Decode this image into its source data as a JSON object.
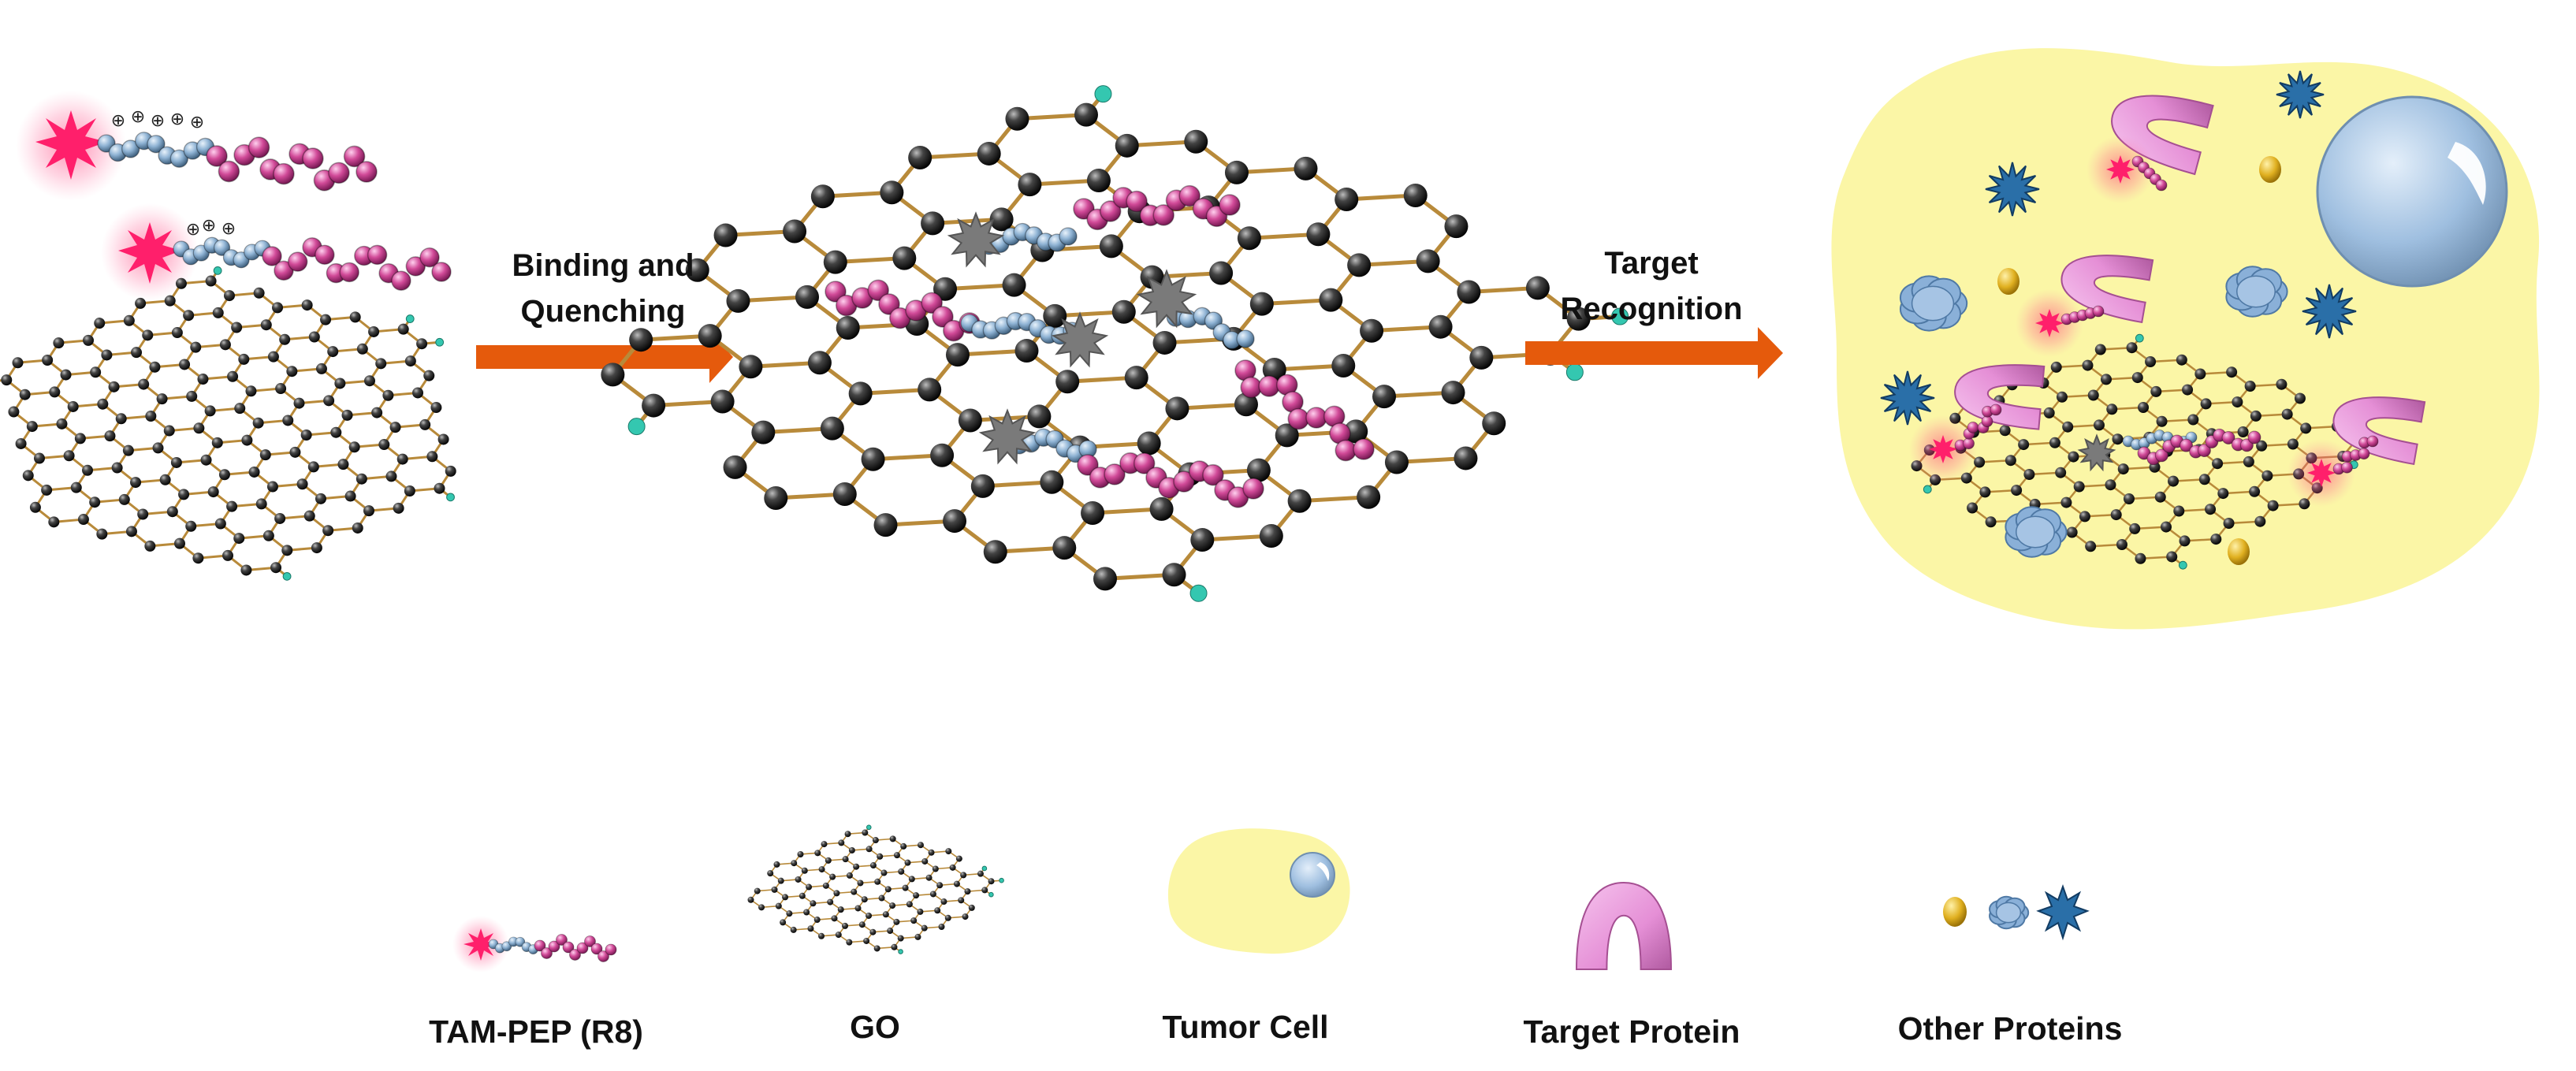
{
  "steps": {
    "binding_line1": "Binding and",
    "binding_line2": "Quenching",
    "target_line1": "Target",
    "target_line2": "Recognition"
  },
  "legend": {
    "tam_pep": "TAM-PEP (R8)",
    "go": "GO",
    "tumor_cell": "Tumor Cell",
    "target_protein": "Target Protein",
    "other_proteins": "Other Proteins"
  },
  "colors": {
    "fluorophore": "#ff2a6d",
    "quenched": "#7a7a7a",
    "r8_segment": "#8fb3d4",
    "peptide": "#d14a98",
    "arrow": "#e55a0c",
    "cell": "#fbf6a6",
    "nucleus": "#9fbfe0",
    "target_protein": "#e58fd6",
    "other_gold": "#e0b020",
    "other_blue": "#8ab0d8",
    "other_star": "#2a6fa8",
    "graphene_atom": "#2b2b2b",
    "graphene_edge": "#34c7b0"
  }
}
